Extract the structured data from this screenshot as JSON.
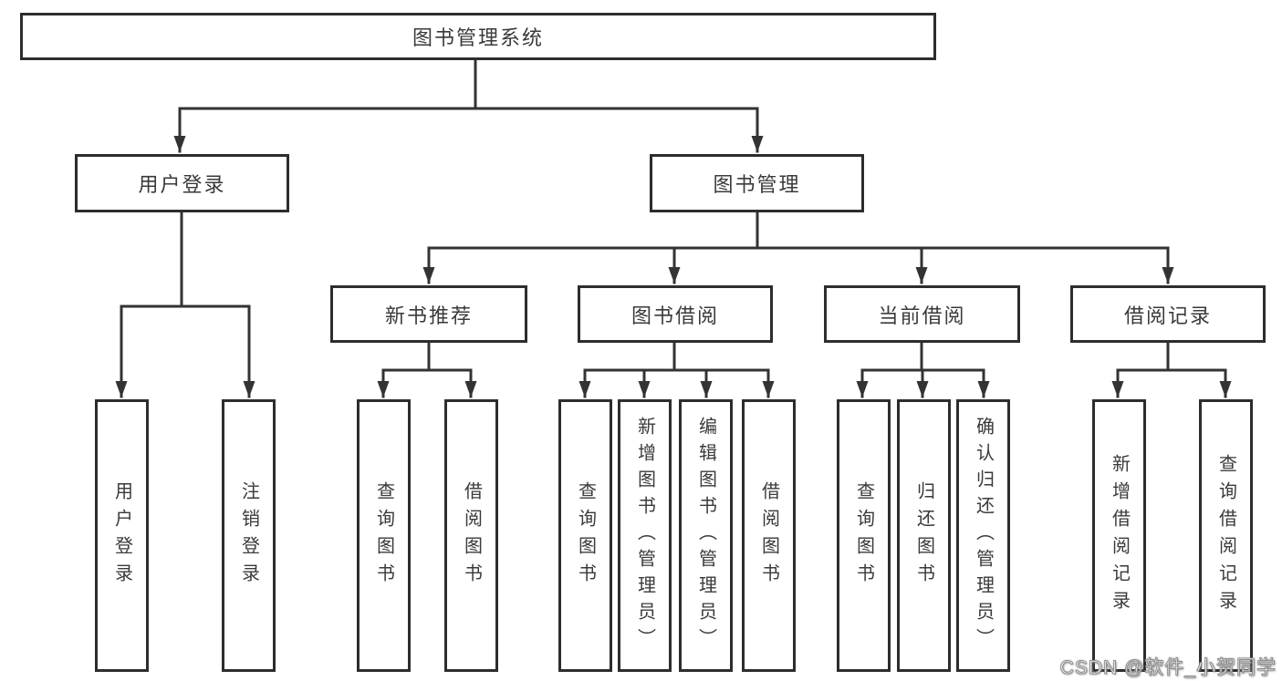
{
  "diagram": {
    "root": {
      "label": "图书管理系统"
    },
    "branches": [
      {
        "label": "用户登录",
        "children": [
          {
            "label": "用户登录"
          },
          {
            "label": "注销登录"
          }
        ]
      },
      {
        "label": "图书管理",
        "children": [
          {
            "label": "新书推荐",
            "children": [
              {
                "label": "查询图书"
              },
              {
                "label": "借阅图书"
              }
            ]
          },
          {
            "label": "图书借阅",
            "children": [
              {
                "label": "查询图书"
              },
              {
                "label": "新增图书（管理员）"
              },
              {
                "label": "编辑图书（管理员）"
              },
              {
                "label": "借阅图书"
              }
            ]
          },
          {
            "label": "当前借阅",
            "children": [
              {
                "label": "查询图书"
              },
              {
                "label": "归还图书"
              },
              {
                "label": "确认归还（管理员）"
              }
            ]
          },
          {
            "label": "借阅记录",
            "children": [
              {
                "label": "新增借阅记录"
              },
              {
                "label": "查询借阅记录"
              }
            ]
          }
        ]
      }
    ]
  },
  "watermark": {
    "text": "CSDN @软件_小贺同学"
  },
  "colors": {
    "line": "#333333",
    "border": "#2d2d2d",
    "text": "#3a3a3a",
    "background": "#ffffff"
  }
}
